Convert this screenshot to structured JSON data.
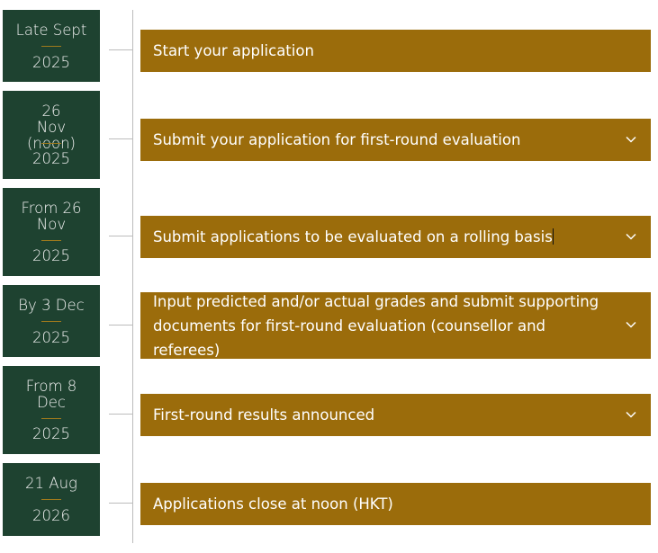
{
  "timeline": {
    "items": [
      {
        "date_top": "Late Sept",
        "year": "2025",
        "label": "Start your application",
        "expandable": false
      },
      {
        "date_top": "26 Nov (noon)",
        "year": "2025",
        "label": "Submit your application for first-round evaluation",
        "expandable": true
      },
      {
        "date_top": "From 26 Nov",
        "year": "2025",
        "label": "Submit applications to be evaluated on a rolling basis",
        "expandable": true
      },
      {
        "date_top": "By 3 Dec",
        "year": "2025",
        "label": "Input predicted and/or actual grades and submit supporting documents for first-round evaluation (counsellor and referees)",
        "expandable": true
      },
      {
        "date_top": "From 8 Dec",
        "year": "2025",
        "label": "First-round results announced",
        "expandable": true
      },
      {
        "date_top": "21 Aug",
        "year": "2026",
        "label": "Applications close at noon (HKT)",
        "expandable": false
      }
    ]
  },
  "icons": {
    "expand": "chevron-down-icon"
  },
  "colors": {
    "date_box": "#1e4230",
    "step_bar": "#9b6c0b",
    "separator": "#a07a1c",
    "line": "#bcbcbc"
  }
}
